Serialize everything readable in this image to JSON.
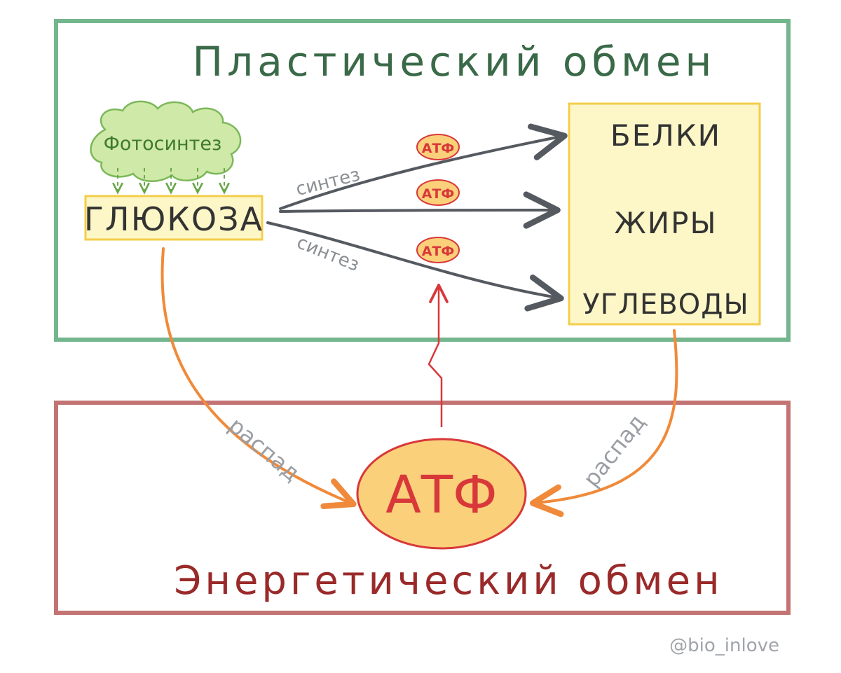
{
  "anabolism": {
    "title": "Пластический обмен",
    "photosynthesis": "Фотосинтез",
    "glucose": "ГЛЮКОЗА",
    "synthesis_label_top": "синтез",
    "synthesis_label_bottom": "синтез",
    "atp_badges": [
      "АТФ",
      "АТФ",
      "АТФ"
    ],
    "products": [
      "БЕЛКИ",
      "ЖИРЫ",
      "УГЛЕВОДЫ"
    ]
  },
  "catabolism": {
    "title": "Энергетический обмен",
    "atp": "АТФ",
    "breakdown_left": "распад",
    "breakdown_right": "распад"
  },
  "watermark": "@bio_inlove",
  "colors": {
    "green_frame": "#5aa878",
    "red_frame": "#b85a5a",
    "title_green": "#3a6a48",
    "title_red": "#9a2a2a",
    "yellow_fill": "#fdf7c8",
    "yellow_stroke": "#f4cd4a",
    "cloud_fill": "#cfe9a8",
    "cloud_stroke": "#7cb85a",
    "arrow_gray": "#555a60",
    "arrow_orange": "#f08a3a",
    "atp_fill": "#fbd07a",
    "atp_red": "#d8383a"
  }
}
